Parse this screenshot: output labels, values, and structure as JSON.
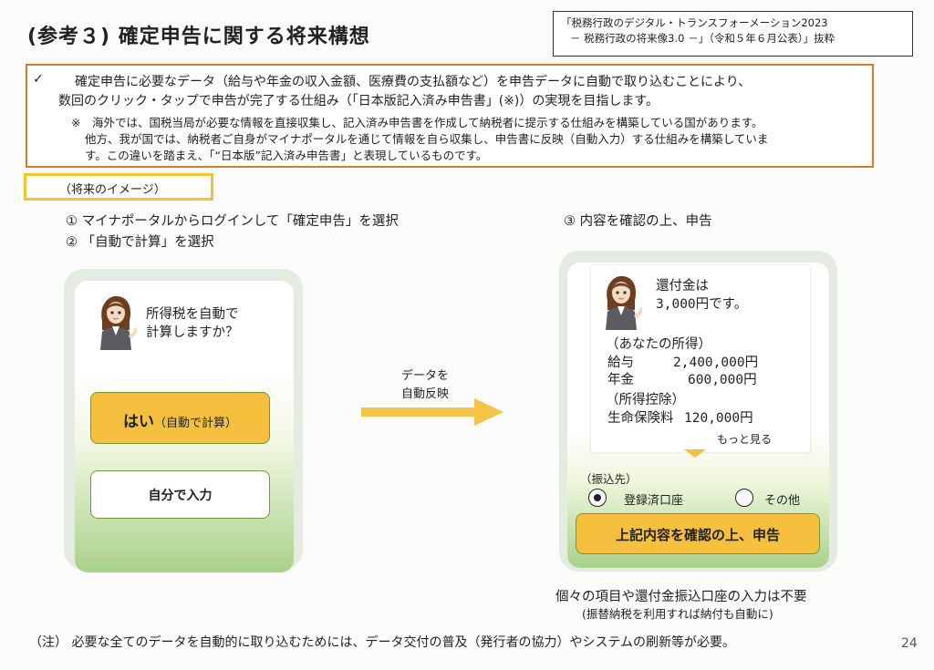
{
  "title": "(参考３) 確定申告に関する将来構想",
  "source": {
    "line1": "「税務行政のデジタル・トランスフォーメーション2023",
    "line2": "－ 税務行政の将来像3.0 －」（令和５年６月公表）」抜粋"
  },
  "summary": {
    "check": "✓",
    "line1": "確定申告に必要なデータ（給与や年金の収入金額、医療費の支払額など）を申告データに自動で取り込むことにより、",
    "line2": "数回のクリック・タップで申告が完了する仕組み（「日本版記入済み申告書」(※)）の実現を目指します。",
    "note_line1": "※　海外では、国税当局が必要な情報を直接収集し、記入済み申告書を作成して納税者に提示する仕組みを構築している国があります。",
    "note_line2": "他方、我が国では、納税者ご自身がマイナポータルを通じて情報を自ら収集し、申告書に反映（自動入力）する仕組みを構築していま",
    "note_line3": "す。この違いを踏まえ、「“日本版”記入済み申告書」と表現しているものです。"
  },
  "future_label": "（将来のイメージ）",
  "steps": {
    "s1": "①  マイナポータルからログインして「確定申告」を選択",
    "s2": "②  「自動で計算」を選択",
    "s3": "③  内容を確認の上、申告"
  },
  "left_phone": {
    "question_line1": "所得税を自動で",
    "question_line2": "計算しますか？",
    "yes_main": "はい",
    "yes_sub": "（自動で計算）",
    "self_label": "自分で入力"
  },
  "arrow": {
    "line1": "データを",
    "line2": "自動反映"
  },
  "right_phone": {
    "refund_line1": "還付金は",
    "refund_line2": "3,000円です。",
    "income_heading": "（あなたの所得）",
    "salary_label": "給与",
    "salary_value": "2,400,000円",
    "pension_label": "年金",
    "pension_value": "600,000円",
    "deduction_heading": "（所得控除）",
    "insurance_label": "生命保険料",
    "insurance_value": "120,000円",
    "more_link": "もっと見る",
    "transfer_heading": "（振込先）",
    "option_registered": "登録済口座",
    "option_other": "その他",
    "confirm_button": "上記内容を確認の上、申告"
  },
  "caption": {
    "line1": "個々の項目や還付金振込口座の入力は不要",
    "line2": "(振替納税を利用すれば納付も自動に)"
  },
  "footnote": "（注）  必要な全てのデータを自動的に取り込むためには、データ交付の普及（発行者の協力）やシステムの刷新等が必要。",
  "page_number": "24",
  "colors": {
    "accent_orange": "#d97a2a",
    "accent_yellow": "#f5c03d",
    "phone_green": "#a8d18a"
  }
}
